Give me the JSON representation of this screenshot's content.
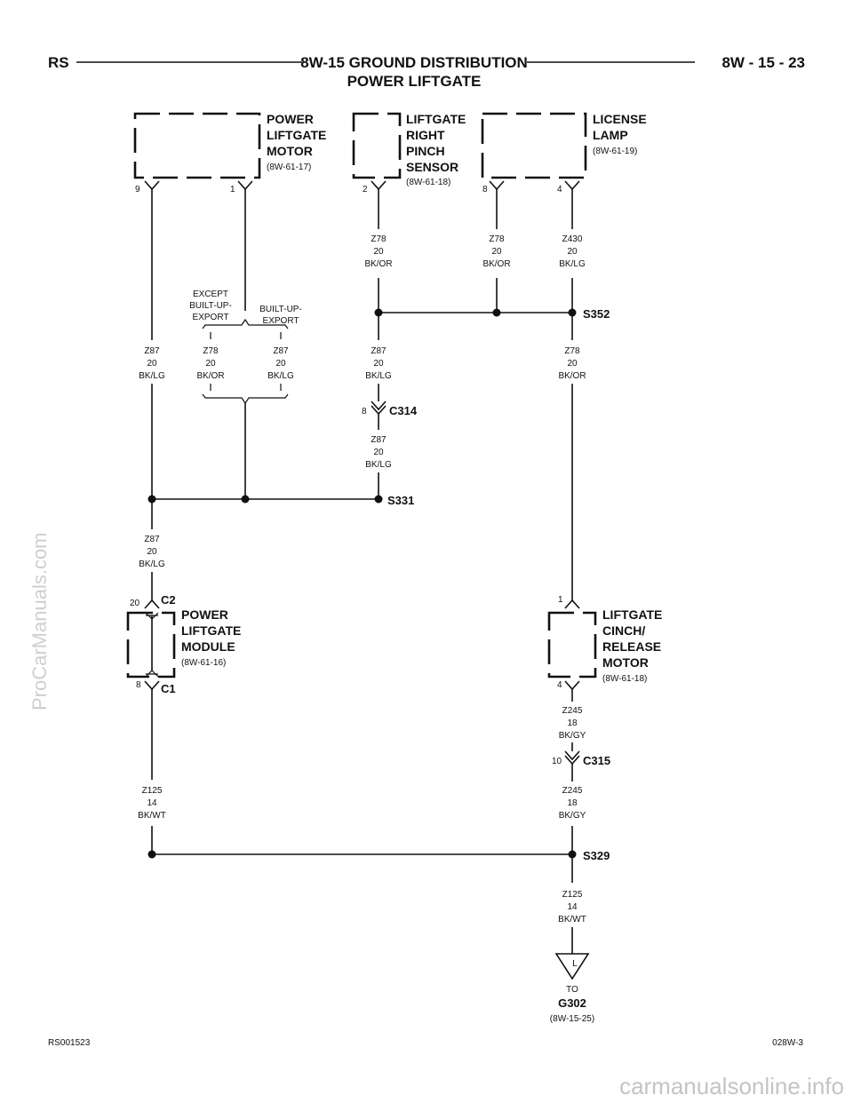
{
  "header": {
    "left": "RS",
    "title_line1": "8W-15 GROUND DISTRIBUTION",
    "title_line2": "POWER LIFTGATE",
    "right": "8W - 15 - 23"
  },
  "components": {
    "liftgate_motor": {
      "line1": "POWER",
      "line2": "LIFTGATE",
      "line3": "MOTOR",
      "ref": "(8W-61-17)",
      "pin_a": "9",
      "pin_b": "1"
    },
    "pinch_sensor": {
      "line1": "LIFTGATE",
      "line2": "RIGHT",
      "line3": "PINCH",
      "line4": "SENSOR",
      "ref": "(8W-61-18)",
      "pin": "2"
    },
    "license_lamp": {
      "line1": "LICENSE",
      "line2": "LAMP",
      "ref": "(8W-61-19)",
      "pin_a": "8",
      "pin_b": "4"
    },
    "liftgate_module": {
      "line1": "POWER",
      "line2": "LIFTGATE",
      "line3": "MODULE",
      "ref": "(8W-61-16)",
      "conn_top": "C2",
      "pin_top": "20",
      "conn_bottom": "C1",
      "pin_bottom": "8"
    },
    "cinch_motor": {
      "line1": "LIFTGATE",
      "line2": "CINCH/",
      "line3": "RELEASE",
      "line4": "MOTOR",
      "ref": "(8W-61-18)",
      "pin_top": "1",
      "pin_bottom": "4"
    }
  },
  "options": {
    "except": {
      "line1": "EXCEPT",
      "line2": "BUILT-UP-",
      "line3": "EXPORT"
    },
    "built_up": {
      "line1": "BUILT-UP-",
      "line2": "EXPORT"
    }
  },
  "wires": {
    "w_z78_sensor": {
      "code": "Z78",
      "gauge": "20",
      "color": "BK/OR"
    },
    "w_z78_lamp": {
      "code": "Z78",
      "gauge": "20",
      "color": "BK/OR"
    },
    "w_z430_lamp": {
      "code": "Z430",
      "gauge": "20",
      "color": "BK/LG"
    },
    "w_z87_motor": {
      "code": "Z87",
      "gauge": "20",
      "color": "BK/LG"
    },
    "w_z78_except": {
      "code": "Z78",
      "gauge": "20",
      "color": "BK/OR"
    },
    "w_z87_builtup": {
      "code": "Z87",
      "gauge": "20",
      "color": "BK/LG"
    },
    "w_z87_c314_top": {
      "code": "Z87",
      "gauge": "20",
      "color": "BK/LG"
    },
    "w_z78_s352": {
      "code": "Z78",
      "gauge": "20",
      "color": "BK/OR"
    },
    "w_z87_c314_bot": {
      "code": "Z87",
      "gauge": "20",
      "color": "BK/LG"
    },
    "w_z87_module": {
      "code": "Z87",
      "gauge": "20",
      "color": "BK/LG"
    },
    "w_z245_top": {
      "code": "Z245",
      "gauge": "18",
      "color": "BK/GY"
    },
    "w_z245_bot": {
      "code": "Z245",
      "gauge": "18",
      "color": "BK/GY"
    },
    "w_z125_left": {
      "code": "Z125",
      "gauge": "14",
      "color": "BK/WT"
    },
    "w_z125_ground": {
      "code": "Z125",
      "gauge": "14",
      "color": "BK/WT"
    }
  },
  "splices": {
    "s352": "S352",
    "s331": "S331",
    "s329": "S329"
  },
  "connectors": {
    "c314": {
      "name": "C314",
      "pin": "8"
    },
    "c315": {
      "name": "C315",
      "pin": "10"
    }
  },
  "ground": {
    "to": "TO",
    "name": "G302",
    "ref": "(8W-15-25)",
    "symbol": "L"
  },
  "footer": {
    "left": "RS001523",
    "right": "028W-3"
  },
  "watermarks": {
    "side": "ProCarManuals.com",
    "bottom": "carmanualsonline.info"
  }
}
